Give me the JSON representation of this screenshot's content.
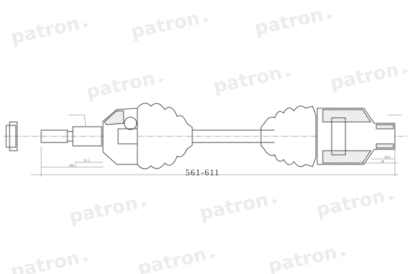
{
  "watermark": {
    "text": "patron",
    "color": "#ececec"
  },
  "dimensions": {
    "overall_length": "561-611",
    "spline_left": "104.1",
    "housing_left": "51.1",
    "thread_right": "28.4",
    "housing_right": "41"
  },
  "colors": {
    "line": "#444444",
    "hatch": "#777777"
  }
}
